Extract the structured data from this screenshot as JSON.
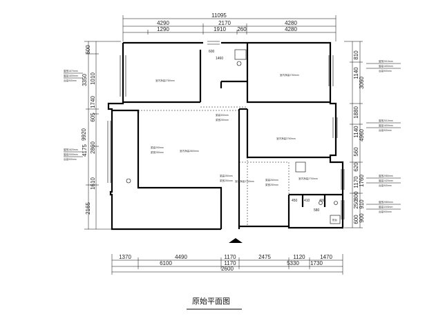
{
  "title": "原始平面图",
  "top_dims": {
    "overall": "11095",
    "row2": [
      "4290",
      "2170",
      "4280"
    ],
    "row3": [
      "1290",
      "1910",
      "260",
      "4280"
    ]
  },
  "bottom_dims": {
    "row1": [
      "1370",
      "4490",
      "1170",
      "2475",
      "1120",
      "1470"
    ],
    "row2": [
      "6100",
      "1170",
      "5330",
      "1730"
    ],
    "overall": "2600"
  },
  "left_dims": {
    "overall": "9920",
    "col1": [
      "600",
      "3350",
      "1010",
      "4175",
      "2165"
    ],
    "col2": [
      "1740",
      "605",
      "2860",
      "1610"
    ]
  },
  "right_dims": {
    "col1": [
      "810",
      "1140",
      "3060",
      "1880",
      "1140",
      "560",
      "4960",
      "620",
      "1170",
      "1760",
      "800",
      "250",
      "910",
      "600",
      "900"
    ]
  },
  "left_notes": [
    [
      "窗宽1670mm",
      "窗高1600mm",
      "台高900mm"
    ],
    [
      "窗宽1620mm",
      "窗高2000mm",
      "台高900mm"
    ]
  ],
  "right_notes": [
    [
      "窗宽2010mm",
      "窗高1600mm",
      "台高900mm"
    ],
    [
      "窗宽2010mm",
      "窗高1600mm",
      "台高900mm"
    ],
    [
      "窗宽2980mm",
      "窗高1420mm",
      "台高900mm"
    ],
    [
      "窗宽2980mm",
      "窗高1160mm",
      "台高900mm"
    ]
  ],
  "room_notes": {
    "bedroom_nw": "室内净高2780mm",
    "bedroom_ne": "室内净高2760mm",
    "bedroom_e": "室内净高2760mm",
    "living": "室内净高2800mm",
    "dining": "室内净高2750mm",
    "kitchen": "室内净高2700mm",
    "beam_living": [
      "梁高290mm",
      "梁宽250mm"
    ],
    "beam_hall": [
      "梁高300mm",
      "梁宽250mm"
    ],
    "beam_dining": [
      "梁高250mm",
      "梁宽250mm"
    ],
    "beam_kitchen": [
      "梁高260mm",
      "梁宽250mm"
    ],
    "bath_small": [
      "1460",
      "600"
    ],
    "kitchen_small": [
      "450",
      "410",
      "400",
      "580"
    ],
    "balcony_tag": "阳台"
  },
  "north_arrow": "entrance-arrow"
}
